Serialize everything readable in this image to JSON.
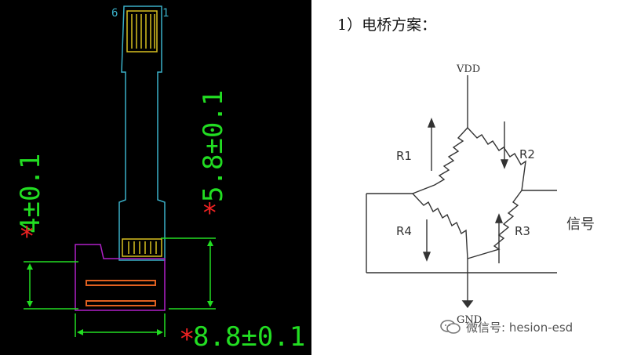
{
  "cad": {
    "pin_left": "6",
    "pin_right": "1",
    "dim_height_total": "5.8±0.1",
    "dim_height_body": "4±0.1",
    "dim_width": "8.8±0.1",
    "asterisk": "*"
  },
  "bridge": {
    "heading": "1）电桥方案：",
    "vdd": "VDD",
    "gnd": "GND",
    "r1": "R1",
    "r2": "R2",
    "r3": "R3",
    "r4": "R4",
    "signal": "信号"
  },
  "watermark": {
    "text": "微信号: hesion-esd"
  },
  "colors": {
    "cad_bg": "#000000",
    "flex_outline": "#3ab0c8",
    "finger": "#d8c020",
    "dimension": "#22dd22",
    "body_outline": "#b020c8",
    "asterisk": "#ee2222",
    "pad": "#e06020"
  }
}
